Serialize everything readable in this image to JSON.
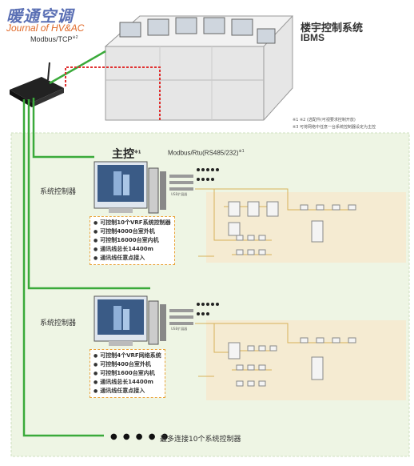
{
  "logo": {
    "cn": "暖通空调",
    "en": "Journal of HV&AC"
  },
  "ibms": {
    "title_cn": "楼宇控制系统",
    "title_en": "IBMS"
  },
  "modbus_tcp": "Modbus/TCP",
  "mark2": "※2",
  "mark1": "※1",
  "notes": [
    "※1 ※2  (选配件(可视要求控制开放)",
    "※3  可将网络中任意一台系统控制器设定为主控"
  ],
  "main_label": "主控",
  "rtu_label": "Modbus/Rtu(RS485/232)",
  "controller_label": "系统控制器",
  "usb_label": "USB扩展器",
  "features1": [
    "可控制10个VRF系统控制器",
    "可控制4000台室外机",
    "可控制16000台室内机",
    "通讯线总长14400m",
    "通讯线任意点接入"
  ],
  "features2": [
    "可控制4个VRF网络系统",
    "可控制400台室外机",
    "可控制1600台室内机",
    "通讯线总长14400m",
    "通讯线任意点接入"
  ],
  "bottom_dots": "● ● ● ● ●",
  "bottom_note": "最多连接10个系统控制器",
  "colors": {
    "green": "#3aaa3a",
    "red_dashed": "#e03030",
    "zone_bg": "#eef5e4",
    "ou_zone": "#f6ecd4",
    "wire": "#d8b25a"
  }
}
